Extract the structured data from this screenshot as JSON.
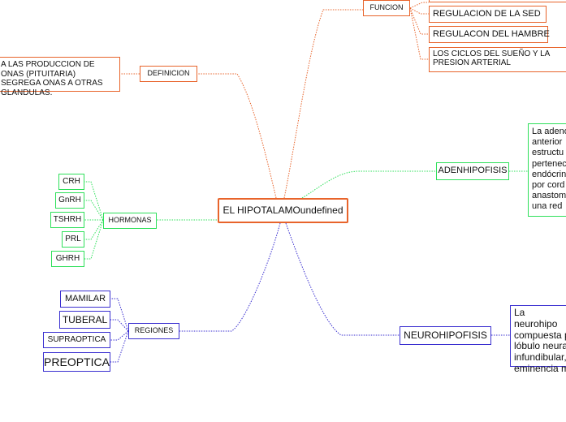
{
  "colors": {
    "orange": "#e8642b",
    "green": "#2ee05a",
    "blue": "#3a2fd0"
  },
  "central": "EL HIPOTALAMOundefined",
  "funcion": {
    "label": "FUNCION",
    "items": [
      "REGULACION DE LA SED",
      "REGULACON DEL HAMBRE",
      "LOS CICLOS DEL SUEÑO Y LA PRESION ARTERIAL"
    ]
  },
  "definicion": {
    "label": "DEFINICION",
    "text": "A LAS PRODUCCION DE ONAS (PITUITARIA) SEGREGA ONAS A OTRAS GLANDULAS."
  },
  "adenohipofisis": {
    "label": "ADENHIPOFISIS",
    "text": "La adeno anterior estructu pertenec endócrin por cord anastom una red"
  },
  "hormonas": {
    "label": "HORMONAS",
    "items": [
      "CRH",
      "GnRH",
      "TSHRH",
      "PRL",
      "GHRH"
    ]
  },
  "regiones": {
    "label": "REGIONES",
    "items": [
      "MAMILAR",
      "TUBERAL",
      "SUPRAOPTICA",
      "PREOPTICA"
    ]
  },
  "neurohipofisis": {
    "label": "NEUROHIPOFISIS",
    "text": "La neurohipo compuesta p lóbulo neura infundibular, eminencia m"
  }
}
